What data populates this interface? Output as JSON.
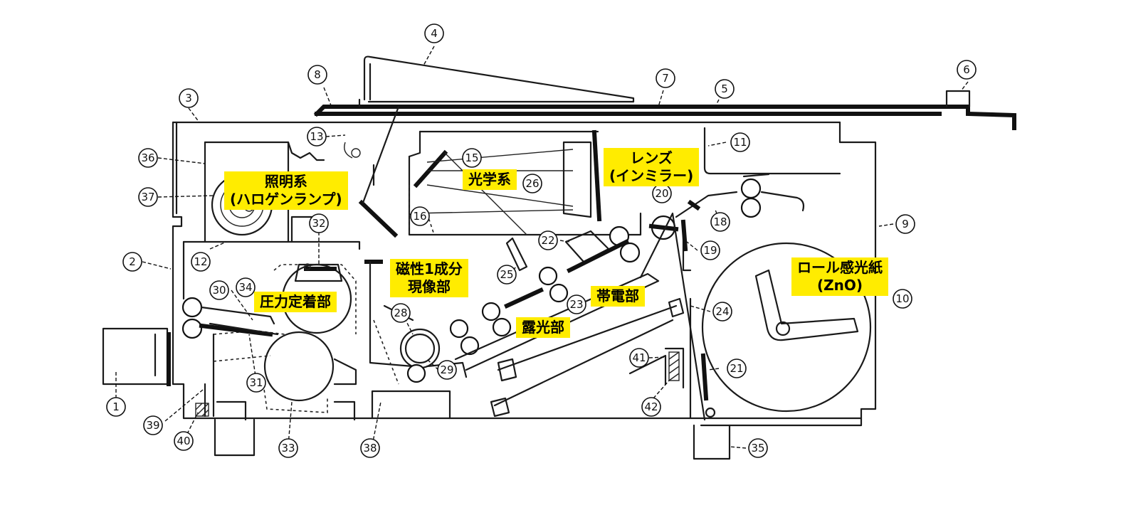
{
  "labels": {
    "illumination": [
      "照明系",
      "(ハロゲンランプ)"
    ],
    "optics": [
      "光学系"
    ],
    "lens": [
      "レンズ",
      "(インミラー)"
    ],
    "developing": [
      "磁性1成分",
      "現像部"
    ],
    "fusing": [
      "圧力定着部"
    ],
    "exposure": [
      "露光部"
    ],
    "charging": [
      "帯電部"
    ],
    "paper_roll": [
      "ロール感光紙",
      "(ZnO)"
    ]
  },
  "callouts": [
    "1",
    "2",
    "3",
    "4",
    "5",
    "6",
    "7",
    "8",
    "9",
    "10",
    "11",
    "12",
    "13",
    "15",
    "16",
    "18",
    "19",
    "20",
    "21",
    "22",
    "23",
    "24",
    "25",
    "26",
    "28",
    "29",
    "30",
    "31",
    "32",
    "33",
    "34",
    "35",
    "36",
    "37",
    "38",
    "39",
    "40",
    "41",
    "42"
  ]
}
